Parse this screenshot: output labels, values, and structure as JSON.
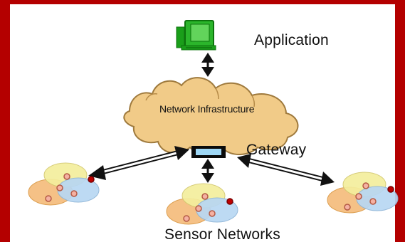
{
  "diagram": {
    "labels": {
      "application": "Application",
      "network_infrastructure": "Network Infrastructure",
      "gateway": "Gateway",
      "sensor_networks": "Sensor Networks"
    },
    "icons": {
      "application": "computer-icon",
      "gateway": "gateway-device-icon",
      "network": "cloud-icon",
      "sensor_clusters": "sensor-cluster-icon"
    },
    "colors": {
      "frame_red": "#b40000",
      "computer_green": "#1aa31a",
      "cloud_fill": "#f1cb88",
      "cloud_stroke": "#9f7a3d",
      "gateway_fill": "#9ed7f5",
      "arrow": "#111111",
      "sensor_yellow": "#f4ee9d",
      "sensor_orange": "#f5bb7a",
      "sensor_blue": "#b8d7f3",
      "node_red": "#c00000",
      "node_pink": "#f5b1a2"
    }
  }
}
